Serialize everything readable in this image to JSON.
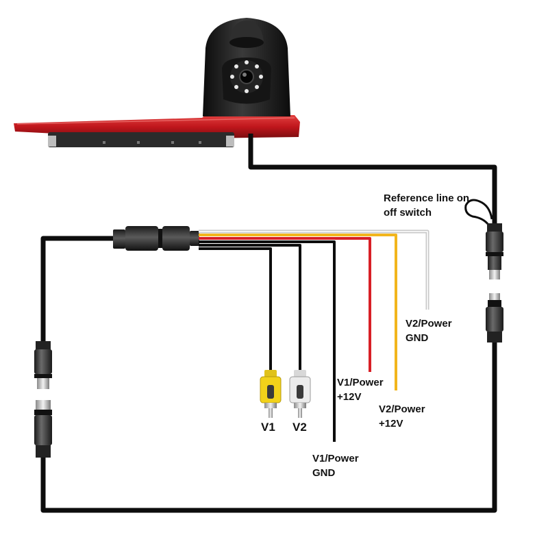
{
  "labels": {
    "reference": {
      "line1": "Reference line on",
      "line2": "off switch"
    },
    "v2_gnd": {
      "line1": "V2/Power",
      "line2": "GND"
    },
    "v1_12v": {
      "line1": "V1/Power",
      "line2": "+12V"
    },
    "v2_12v": {
      "line1": "V2/Power",
      "line2": "+12V"
    },
    "v1_gnd": {
      "line1": "V1/Power",
      "line2": "GND"
    },
    "v1": "V1",
    "v2": "V2"
  },
  "colors": {
    "cable": "#0d0d0d",
    "red_wire": "#d81f26",
    "yellow_wire": "#f2b51c",
    "white_wire": "#e6e6e6",
    "brake_light": "#c0161c",
    "camera_body": "#1c1c1c",
    "rca_yellow": "#f2d21a",
    "rca_white": "#e8e8e8"
  }
}
